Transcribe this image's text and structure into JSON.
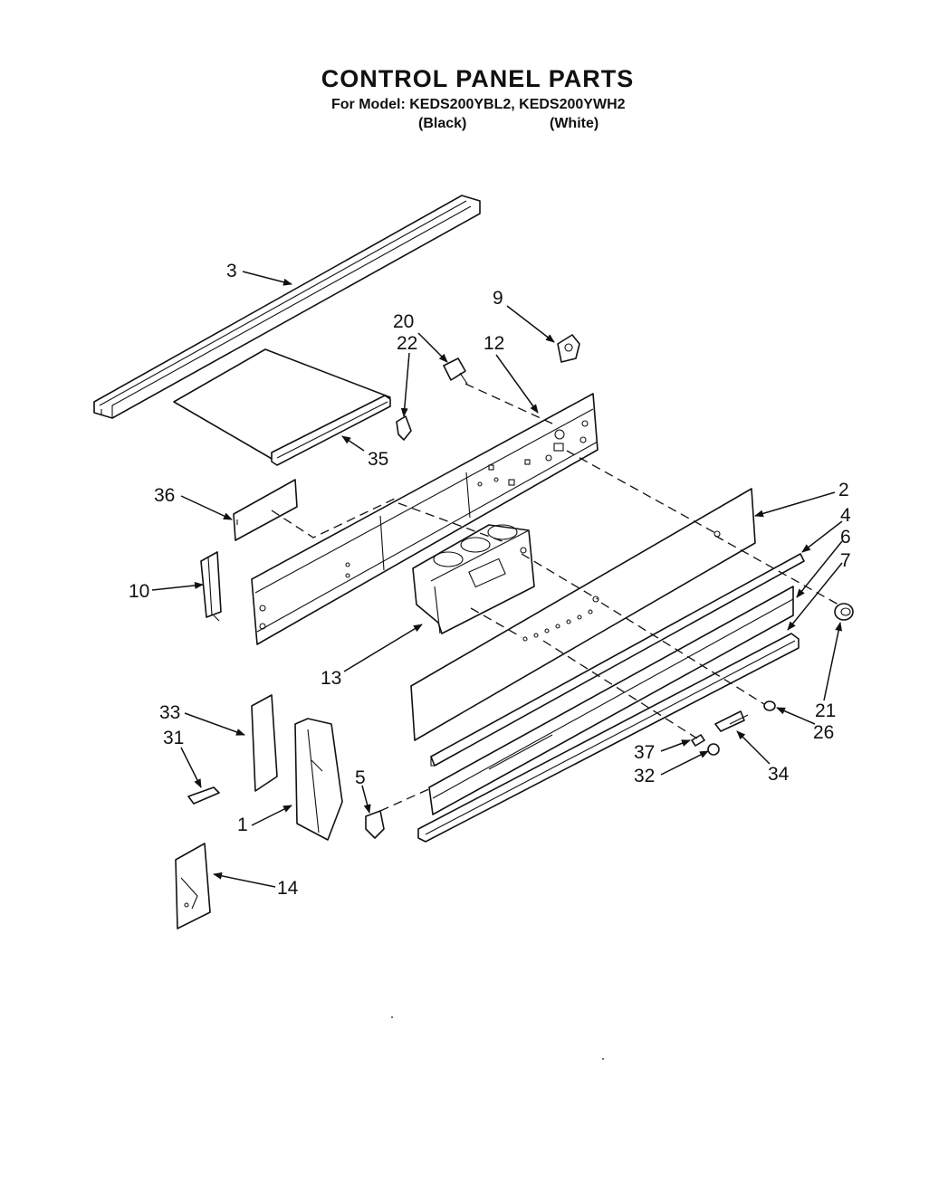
{
  "header": {
    "title": "CONTROL PANEL PARTS",
    "subtitle": "For Model: KEDS200YBL2, KEDS200YWH2",
    "variants": [
      "(Black)",
      "(White)"
    ]
  },
  "callouts": {
    "c1": "1",
    "c2": "2",
    "c3": "3",
    "c4": "4",
    "c5": "5",
    "c6": "6",
    "c7": "7",
    "c9": "9",
    "c10": "10",
    "c12": "12",
    "c13": "13",
    "c14": "14",
    "c20": "20",
    "c21": "21",
    "c22": "22",
    "c26": "26",
    "c31": "31",
    "c32": "32",
    "c33": "33",
    "c34": "34",
    "c35": "35",
    "c36": "36",
    "c37": "37"
  }
}
